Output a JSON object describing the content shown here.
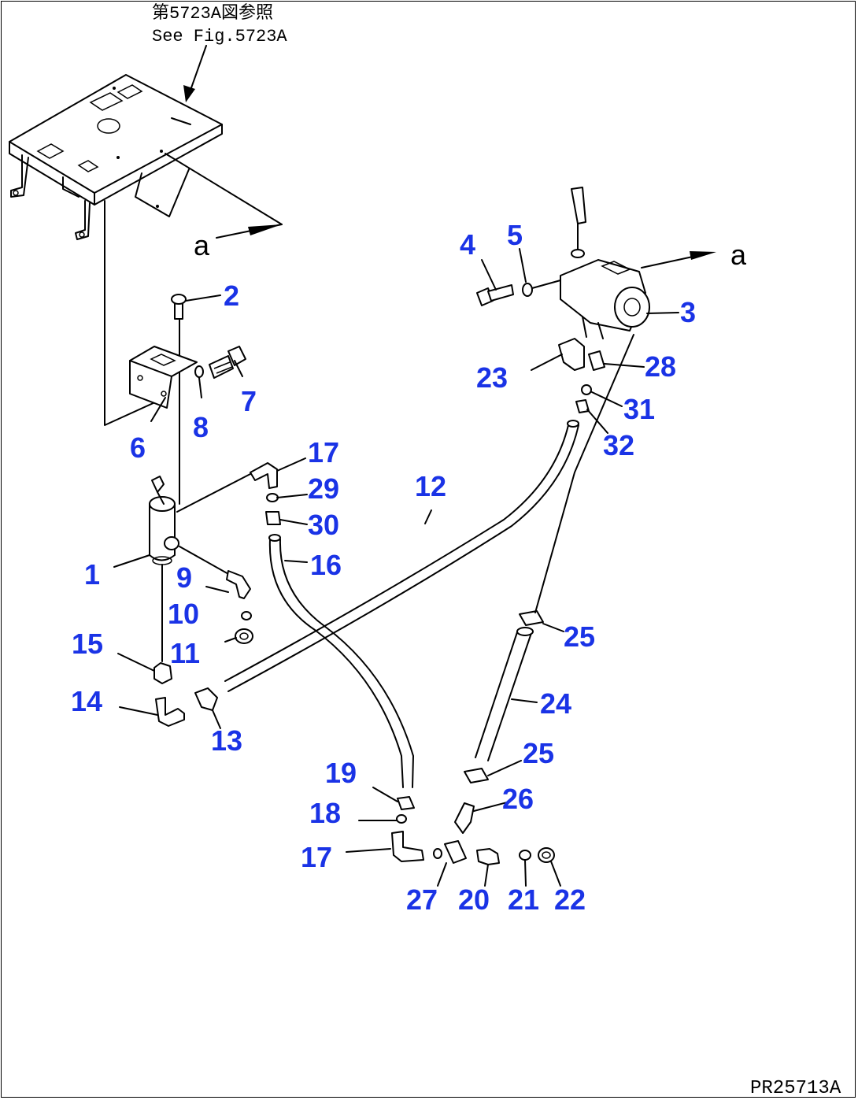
{
  "reference": {
    "line_jp": "第5723A図参照",
    "line_en": "See Fig.5723A"
  },
  "view_marker": "a",
  "drawing_code": "PR25713A",
  "callouts": [
    "1",
    "2",
    "3",
    "4",
    "5",
    "6",
    "7",
    "8",
    "9",
    "10",
    "11",
    "12",
    "13",
    "14",
    "15",
    "16",
    "17",
    "17",
    "18",
    "19",
    "20",
    "21",
    "22",
    "23",
    "24",
    "25",
    "25",
    "26",
    "27",
    "28",
    "29",
    "30",
    "31",
    "32"
  ],
  "colors": {
    "callout": "#1a33e6",
    "line": "#000000",
    "background": "#ffffff"
  }
}
